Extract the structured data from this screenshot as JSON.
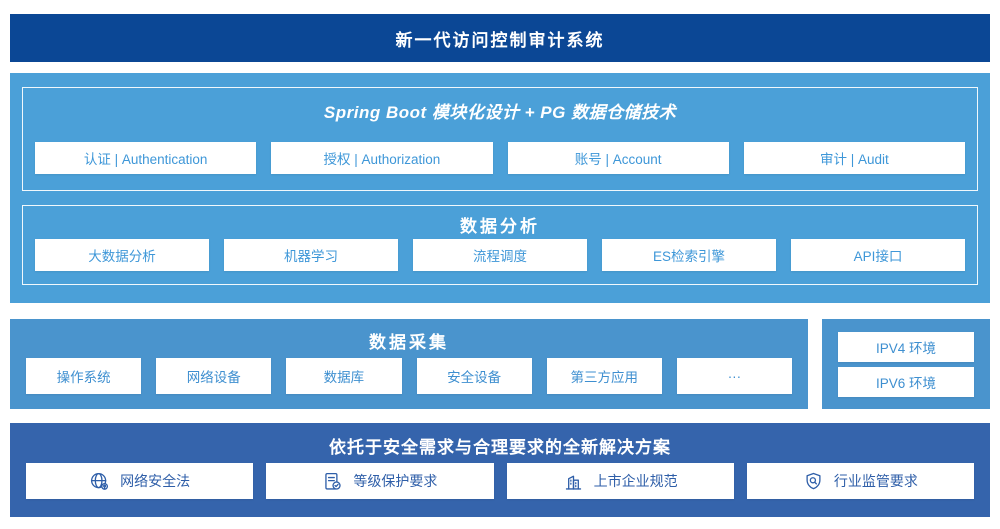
{
  "banner": {
    "title": "新一代访问控制审计系统"
  },
  "platform": {
    "spring": {
      "title": "Spring Boot 模块化设计 + PG 数据仓储技术",
      "items": [
        "认证 | Authentication",
        "授权 | Authorization",
        "账号 | Account",
        "审计 | Audit"
      ]
    },
    "analysis": {
      "title": "数据分析",
      "items": [
        "大数据分析",
        "机器学习",
        "流程调度",
        "ES检索引擎",
        "API接口"
      ]
    }
  },
  "collection": {
    "title": "数据采集",
    "items": [
      "操作系统",
      "网络设备",
      "数据库",
      "安全设备",
      "第三方应用",
      "···"
    ],
    "environments": [
      "IPV4 环境",
      "IPV6 环境"
    ]
  },
  "solution": {
    "title": "依托于安全需求与合理要求的全新解决方案",
    "items": [
      {
        "icon": "globe-network-icon",
        "label": "网络安全法"
      },
      {
        "icon": "document-check-icon",
        "label": "等级保护要求"
      },
      {
        "icon": "building-icon",
        "label": "上市企业规范"
      },
      {
        "icon": "shield-search-icon",
        "label": "行业监管要求"
      }
    ]
  },
  "colors": {
    "banner_bg": "#0B4795",
    "platform_bg": "#4BA0D8",
    "collection_bg": "#4A94CD",
    "solution_bg": "#3564AC",
    "box_text_blue": "#3E97D8",
    "solution_text_blue": "#2E5EA8"
  }
}
